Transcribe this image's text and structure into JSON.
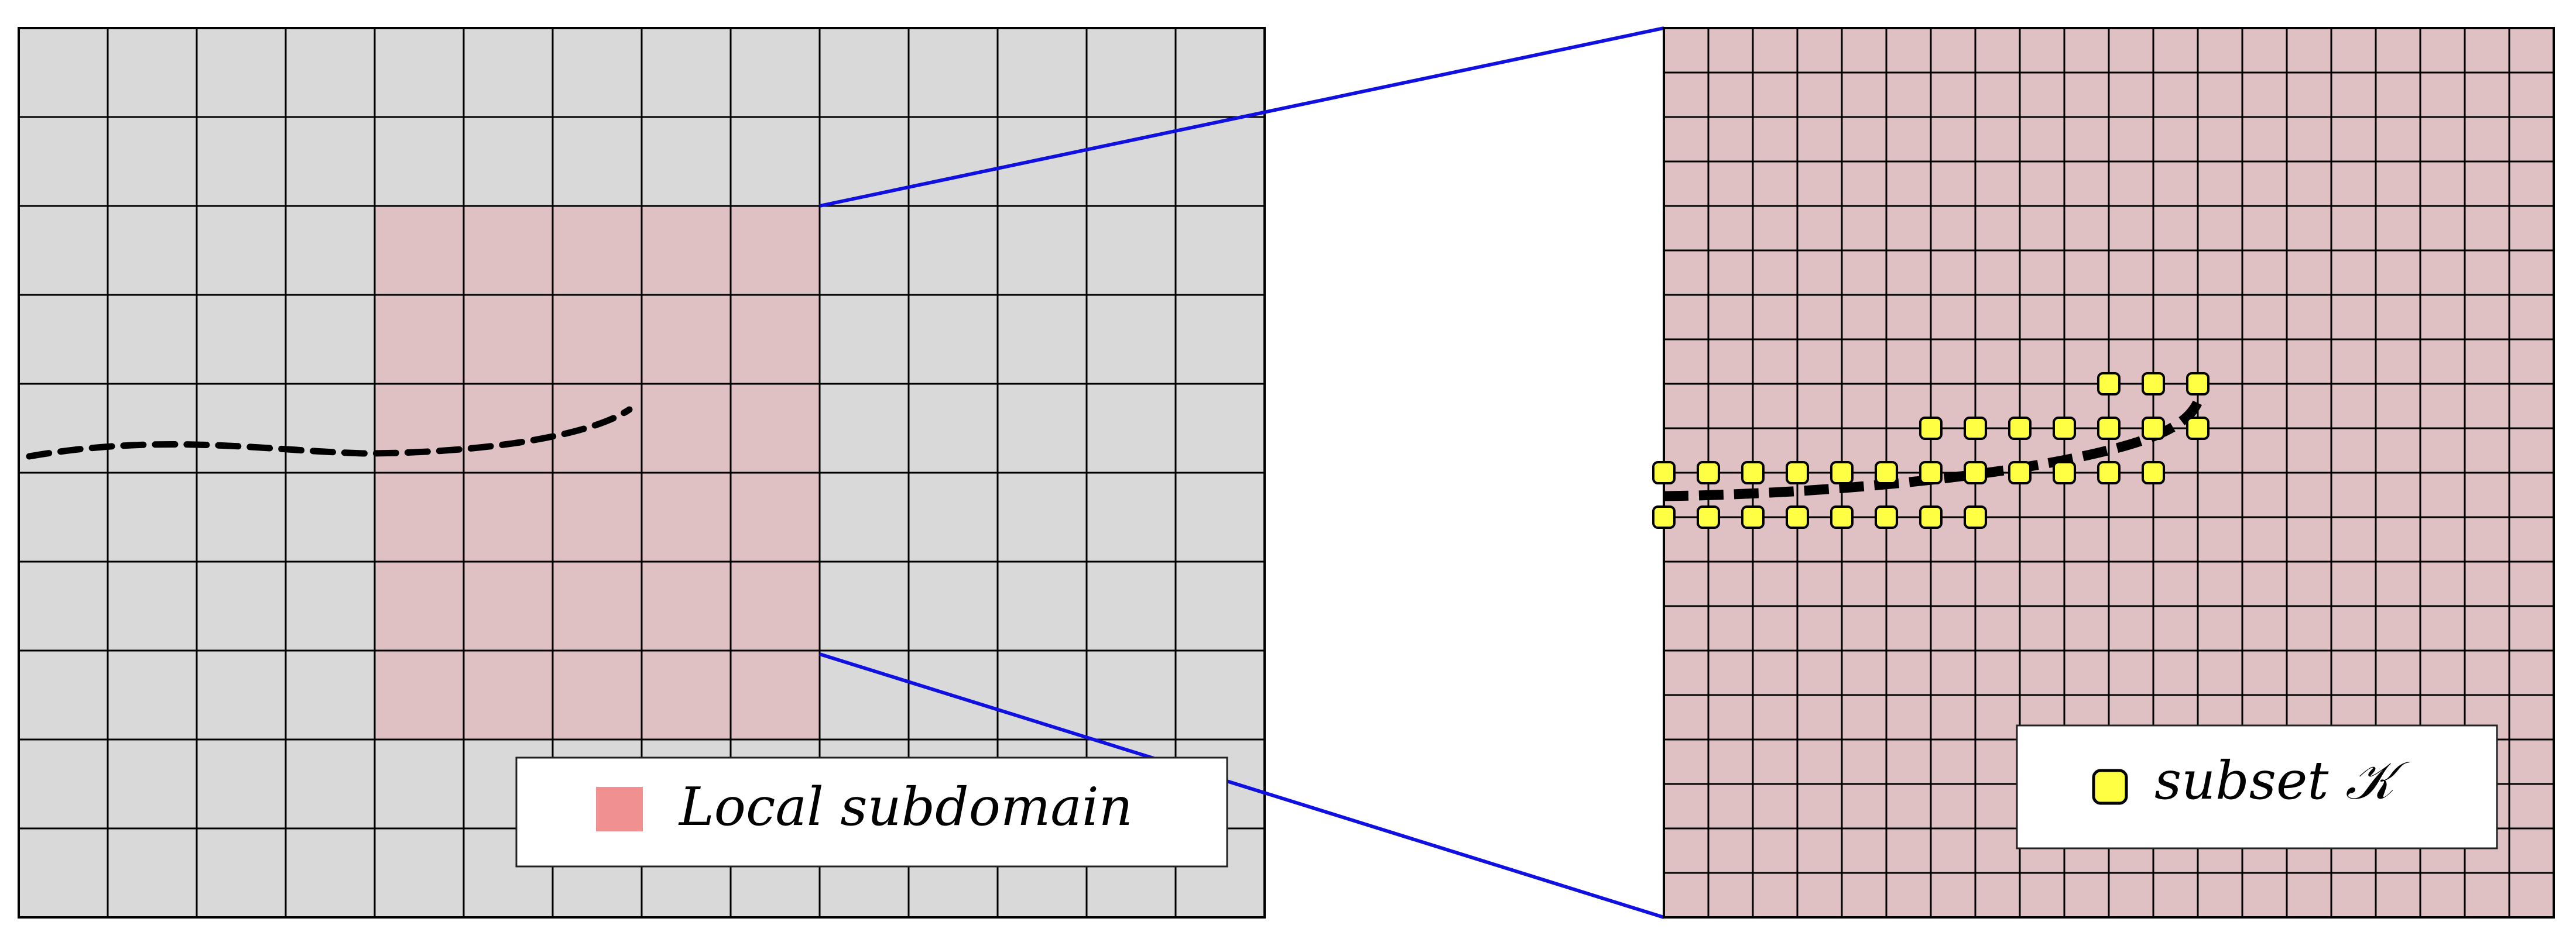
{
  "left_panel": {
    "grid_cols": 14,
    "grid_rows": 10,
    "cell_fill": "#d9d9d9",
    "grid_line_color": "#000000",
    "highlight": {
      "col_start": 4,
      "col_end": 8,
      "row_start": 2,
      "row_end": 7,
      "fill": "#dfc1c3"
    }
  },
  "right_panel": {
    "grid_cols": 20,
    "grid_rows": 20,
    "cell_fill": "#dfc1c3",
    "grid_line_color": "#000000"
  },
  "zoom_lines": {
    "color": "#1010e0"
  },
  "legend_left": {
    "label": "Local subdomain",
    "swatch_color": "#f09090"
  },
  "legend_right": {
    "label": "subset 𝒦",
    "marker_color": "#ffff44"
  },
  "subset_markers": {
    "rows": [
      {
        "row": 8,
        "cols": [
          10,
          11,
          12
        ]
      },
      {
        "row": 9,
        "cols": [
          6,
          7,
          8,
          9,
          10,
          11,
          12
        ]
      },
      {
        "row": 10,
        "cols": [
          0,
          1,
          2,
          3,
          4,
          5,
          6,
          7,
          8,
          9,
          10,
          11
        ]
      },
      {
        "row": 11,
        "cols": [
          0,
          1,
          2,
          3,
          4,
          5,
          6,
          7
        ]
      }
    ]
  }
}
